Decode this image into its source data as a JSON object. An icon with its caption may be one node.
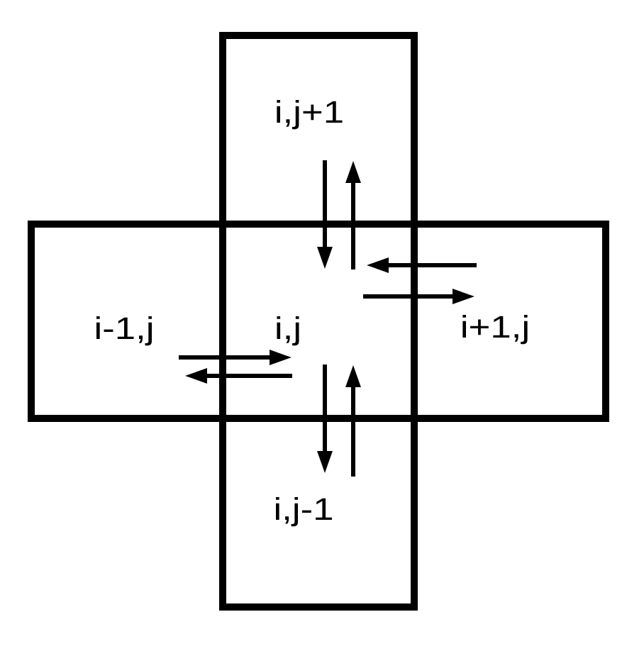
{
  "diagram": {
    "nodes": [
      {
        "text": [
          "i,j+1"
        ]
      },
      {
        "text": [
          "i-1,j"
        ]
      },
      {
        "text": [
          "i,j"
        ]
      },
      {
        "text": [
          "i+1,j"
        ]
      },
      {
        "text": [
          "i,j-1"
        ]
      }
    ],
    "edges": [
      {
        "from": 0,
        "to": 2,
        "arrow": "to"
      },
      {
        "from": 2,
        "to": 0,
        "arrow": "to"
      },
      {
        "from": 3,
        "to": 2,
        "arrow": "to"
      },
      {
        "from": 2,
        "to": 3,
        "arrow": "to"
      },
      {
        "from": 1,
        "to": 2,
        "arrow": "to"
      },
      {
        "from": 2,
        "to": 1,
        "arrow": "to"
      },
      {
        "from": 2,
        "to": 4,
        "arrow": "to"
      },
      {
        "from": 4,
        "to": 2,
        "arrow": "to"
      }
    ]
  }
}
